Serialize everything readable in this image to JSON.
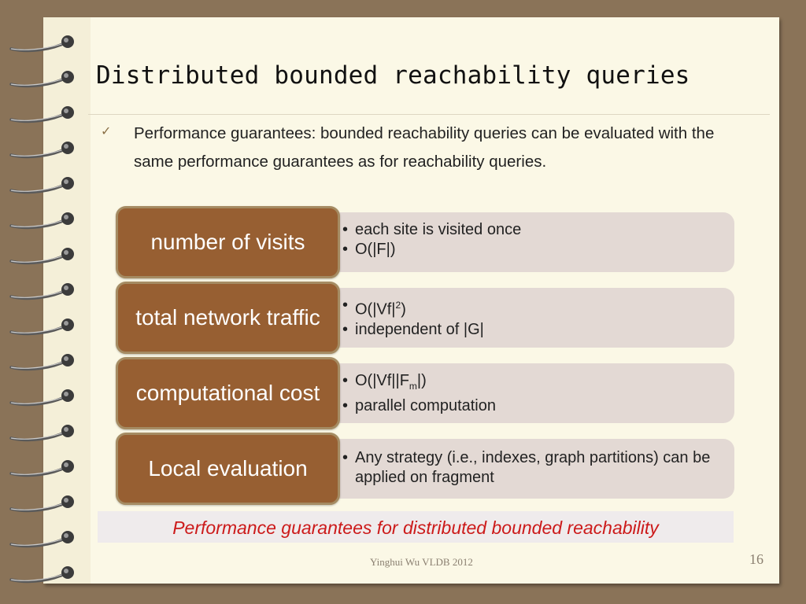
{
  "slide": {
    "title": "Distributed bounded reachability queries",
    "intro": "Performance guarantees: bounded reachability queries can be evaluated with the same performance guarantees as for reachability queries.",
    "rows": [
      {
        "label": "number of visits",
        "items": [
          "each site is visited once",
          "O(|F|)"
        ]
      },
      {
        "label": "total network traffic",
        "items": [
          "O(|Vf|",
          "independent of |G|"
        ],
        "sup": "2",
        "after_sup": ")"
      },
      {
        "label": "computational cost",
        "items": [
          "O(|Vf||F",
          "parallel computation"
        ],
        "sub": "m",
        "after_sub": "|)"
      },
      {
        "label": "Local evaluation",
        "items": [
          "Any strategy (i.e., indexes, graph partitions) can be applied on fragment"
        ]
      }
    ],
    "caption": "Performance guarantees  for distributed bounded reachability",
    "footer": "Yinghui Wu VLDB  2012",
    "page_number": "16"
  },
  "icons": {
    "bullet": "checkmark-icon",
    "binding": "spiral-ring-icon"
  },
  "colors": {
    "label_fill": "#975f32",
    "label_border": "#a58b62",
    "detail_fill": "#e3d9d4",
    "caption_text": "#cc1a1a",
    "background": "#8a7358",
    "page": "#fbf8e6"
  }
}
